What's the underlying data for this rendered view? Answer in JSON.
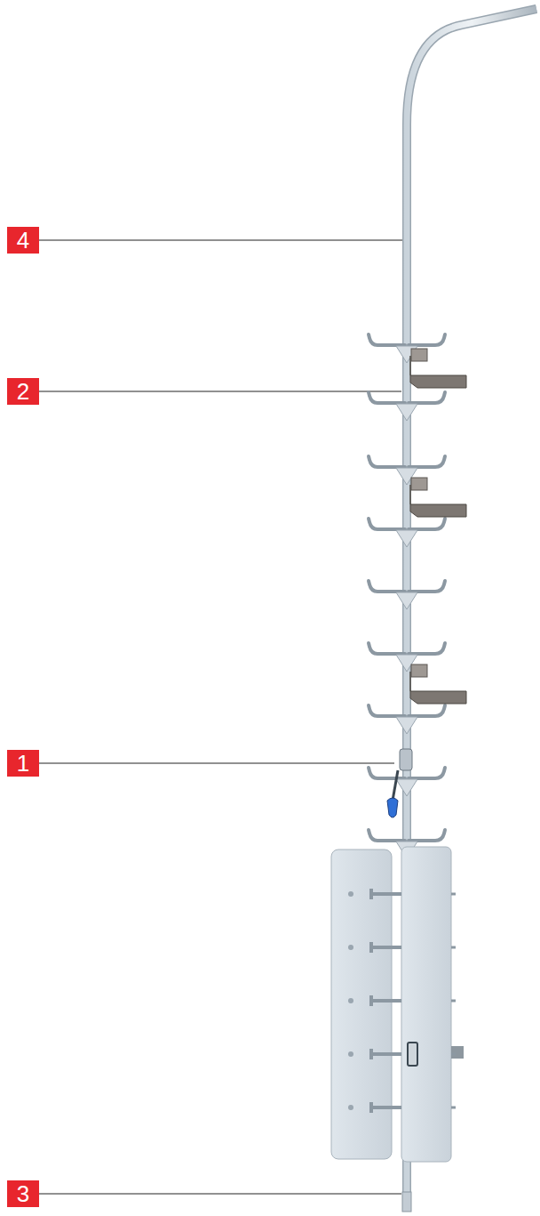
{
  "diagram": {
    "labels": [
      "4",
      "2",
      "1",
      "3"
    ]
  }
}
